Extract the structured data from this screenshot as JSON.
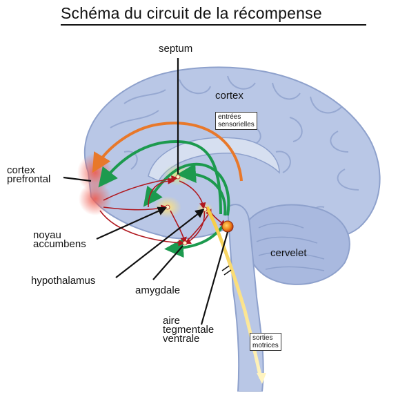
{
  "title": "Schéma du circuit de la récompense",
  "labels": {
    "septum": "septum",
    "cortex": "cortex",
    "cortex_prefrontal_line1": "cortex",
    "cortex_prefrontal_line2": "prefrontal",
    "noyau_line1": "noyau",
    "noyau_line2": "accumbens",
    "hypothalamus": "hypothalamus",
    "amygdale": "amygdale",
    "aire_line1": "aire",
    "aire_line2": "tegmentale",
    "aire_line3": "ventrale",
    "cervelet": "cervelet"
  },
  "boxes": {
    "entrees_line1": "entrées",
    "entrees_line2": "sensorielles",
    "sorties_line1": "sorties",
    "sorties_line2": "motrices"
  },
  "colors": {
    "brain": "#b9c7e6",
    "brain_dark": "#8ea1cc",
    "orange_path": "#e8782a",
    "green_path": "#1c9a4e",
    "red_path": "#b0181f",
    "yellow_path": "#f4d24a",
    "prefrontal_glow": "#ef5b4f"
  }
}
